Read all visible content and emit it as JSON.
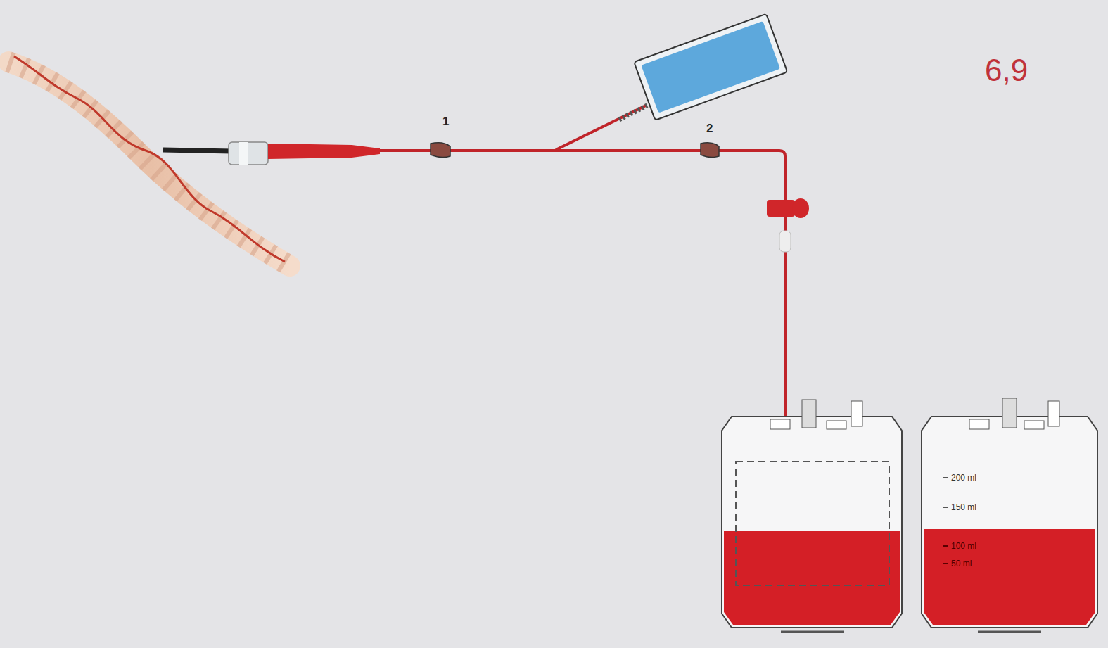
{
  "diagram": {
    "labels": [
      "6,9",
      "1",
      "2",
      "200 ml",
      "150 ml",
      "100 ml",
      "50 ml"
    ]
  }
}
